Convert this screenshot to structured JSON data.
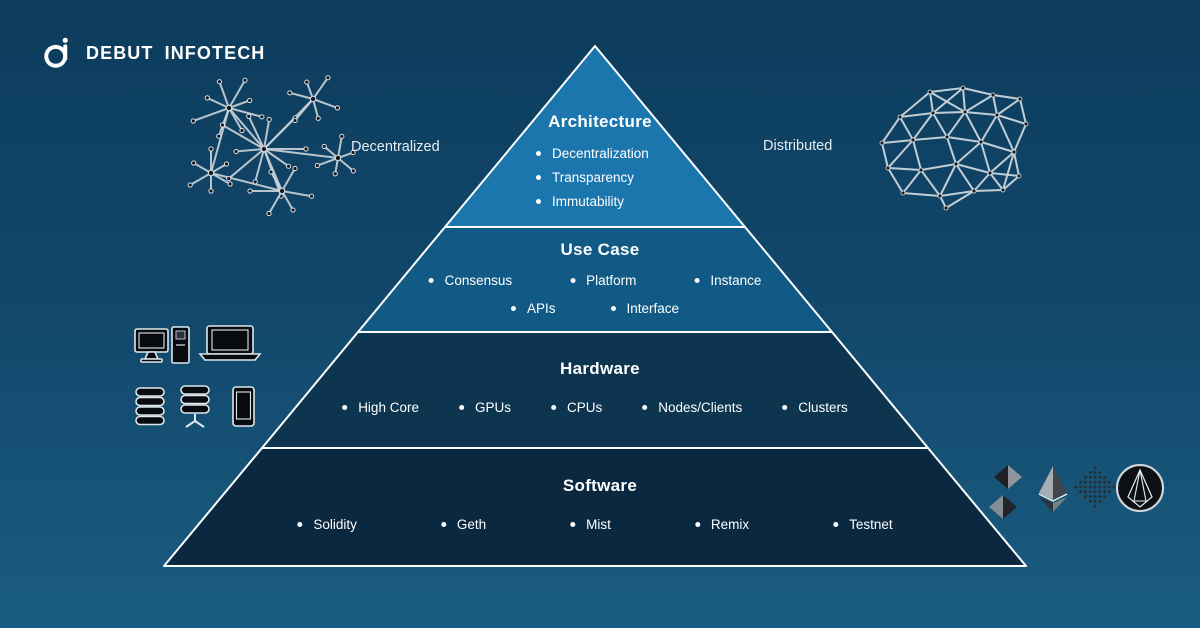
{
  "brand": {
    "name": "DEBUT INFOTECH",
    "logo": "di-monogram"
  },
  "network_labels": {
    "left": "Decentralized",
    "right": "Distributed"
  },
  "pyramid": {
    "outline_color": "#FFFFFF",
    "tiers": [
      {
        "title": "Architecture",
        "color": "#1B76AD",
        "items": [
          "Decentralization",
          "Transparency",
          "Immutability"
        ]
      },
      {
        "title": "Use Case",
        "color": "#115A85",
        "rows": [
          [
            "Consensus",
            "Platform",
            "Instance"
          ],
          [
            "APIs",
            "Interface"
          ]
        ]
      },
      {
        "title": "Hardware",
        "color": "#0D3550",
        "items": [
          "High Core",
          "GPUs",
          "CPUs",
          "Nodes/Clients",
          "Clusters"
        ]
      },
      {
        "title": "Software",
        "color": "#0A2840",
        "items": [
          "Solidity",
          "Geth",
          "Mist",
          "Remix",
          "Testnet"
        ]
      }
    ]
  },
  "decorations": {
    "left_graphic": "decentralized-network",
    "right_graphic": "distributed-mesh",
    "device_icons": [
      "desktop-computer",
      "computer-tower",
      "laptop",
      "database-stack",
      "server-rack",
      "smartphone"
    ],
    "crypto_icons": [
      "solidity",
      "ethereum",
      "dot-matrix",
      "eos"
    ]
  },
  "background": {
    "top": "#0D3C5C",
    "bottom": "#1A5D81"
  }
}
